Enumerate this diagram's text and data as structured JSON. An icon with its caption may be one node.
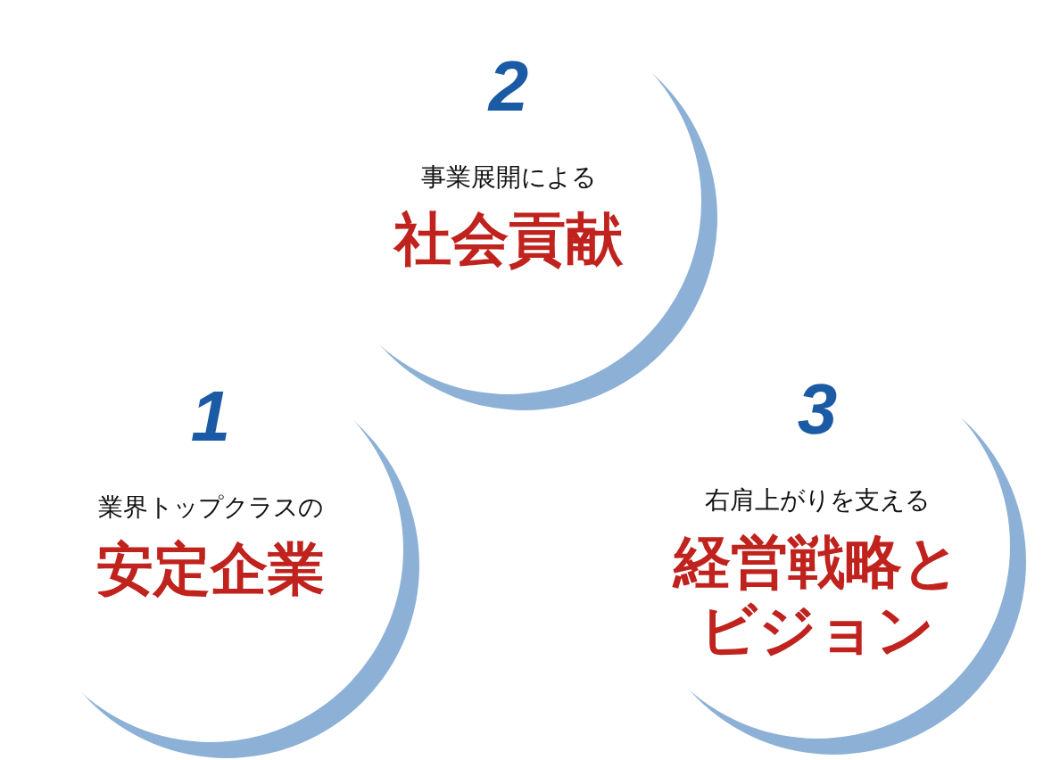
{
  "diagram": {
    "nodes": [
      {
        "text": [
          "2",
          "事業展開による",
          "社会貢献"
        ]
      },
      {
        "text": [
          "1",
          "業界トップクラスの",
          "安定企業"
        ]
      },
      {
        "text": [
          "3",
          "右肩上がりを支える",
          "経営戦略とビジョン"
        ]
      }
    ]
  }
}
